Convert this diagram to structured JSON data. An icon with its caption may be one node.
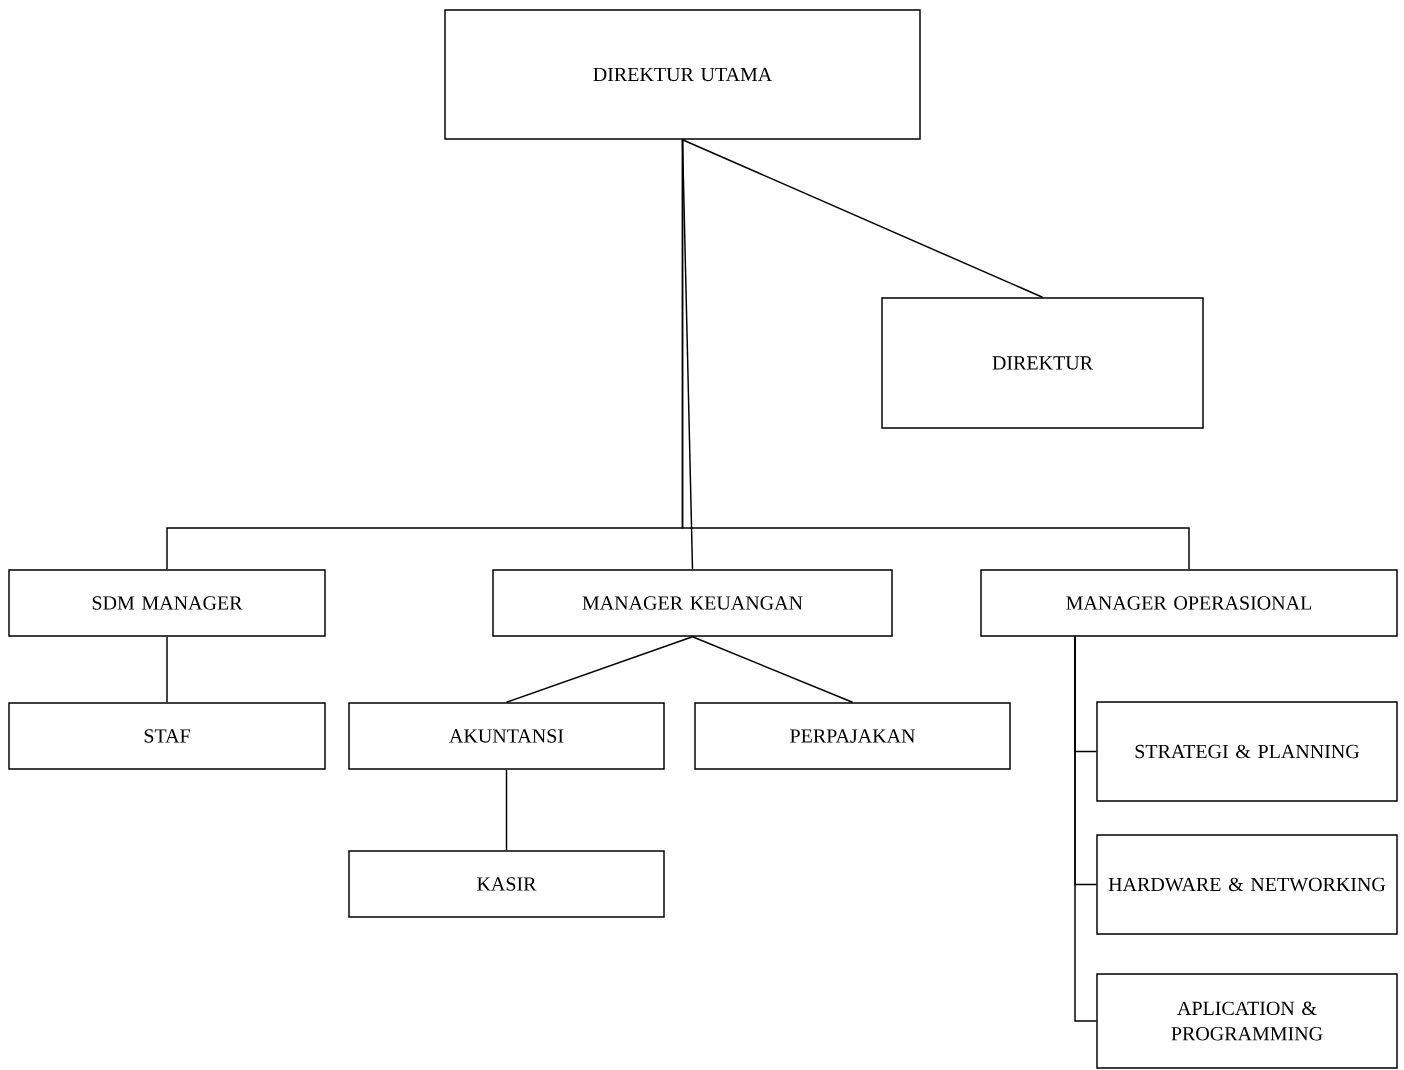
{
  "diagram": {
    "nodes": [
      {
        "text": [
          "DIREKTUR UTAMA"
        ]
      },
      {
        "text": [
          "DIREKTUR"
        ]
      },
      {
        "text": [
          "SDM MANAGER"
        ]
      },
      {
        "text": [
          "MANAGER KEUANGAN"
        ]
      },
      {
        "text": [
          "MANAGER OPERASIONAL"
        ]
      },
      {
        "text": [
          "STAF"
        ]
      },
      {
        "text": [
          "AKUNTANSI"
        ]
      },
      {
        "text": [
          "PERPAJAKAN"
        ]
      },
      {
        "text": [
          "KASIR"
        ]
      },
      {
        "text": [
          "STRATEGI & PLANNING"
        ]
      },
      {
        "text": [
          "HARDWARE & NETWORKING"
        ]
      },
      {
        "text": [
          "APLICATION & PROGRAMMING"
        ]
      }
    ],
    "edges": [
      {
        "from": 0,
        "to": 1,
        "arrow": "none"
      },
      {
        "from": 0,
        "to": 2,
        "arrow": "none"
      },
      {
        "from": 0,
        "to": 3,
        "arrow": "none"
      },
      {
        "from": 0,
        "to": 4,
        "arrow": "none"
      },
      {
        "from": 2,
        "to": 5,
        "arrow": "none"
      },
      {
        "from": 3,
        "to": 6,
        "arrow": "none"
      },
      {
        "from": 3,
        "to": 7,
        "arrow": "none"
      },
      {
        "from": 6,
        "to": 8,
        "arrow": "none"
      },
      {
        "from": 4,
        "to": 9,
        "arrow": "none"
      },
      {
        "from": 4,
        "to": 10,
        "arrow": "none"
      },
      {
        "from": 4,
        "to": 11,
        "arrow": "none"
      }
    ]
  }
}
